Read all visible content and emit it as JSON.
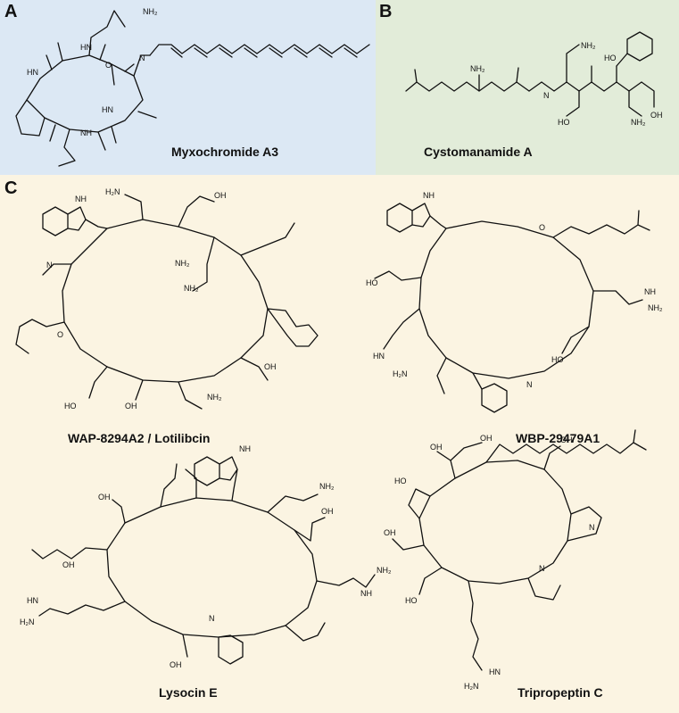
{
  "panels": {
    "a": {
      "letter": "A",
      "compound": "Myxochromide A3"
    },
    "b": {
      "letter": "B",
      "compound": "Cystomanamide A"
    },
    "c": {
      "letter": "C",
      "compounds": [
        "WAP-8294A2 / Lotilibcin",
        "WBP-29479A1",
        "Lysocin E",
        "Tripropeptin C"
      ]
    }
  },
  "atom_labels": {
    "amide_nh2": "NH₂",
    "amine_nh2": "NH₂",
    "hydroxyl": "OH",
    "hydroxyl_left": "HO",
    "carboxyl_oh": "OH",
    "nitrogen_h": "NH",
    "imino_nh": "NH",
    "amide_hn": "HN",
    "nitrogen": "N",
    "oxygen": "O",
    "h2n": "H₂N"
  },
  "colors": {
    "panel_a_bg": "#dce8f4",
    "panel_b_bg": "#e2ecd9",
    "panel_c_bg": "#fbf4e2",
    "bond": "#111111"
  }
}
